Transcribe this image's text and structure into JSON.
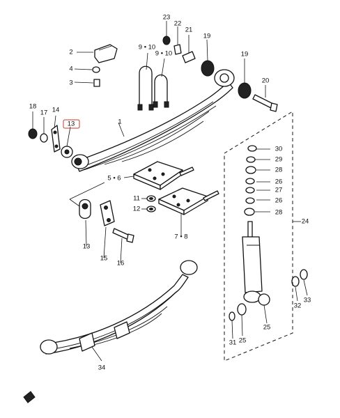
{
  "callouts": {
    "c1": "1",
    "c2": "2",
    "c3": "3",
    "c4": "4",
    "c5_6": "5 • 6",
    "c7_8": "7 • 8",
    "c9_10a": "9 • 10",
    "c9_10b": "9 • 10",
    "c11": "11",
    "c12": "12",
    "c13_top": "13",
    "c13_bottom": "13",
    "c14": "14",
    "c15": "15",
    "c16": "16",
    "c17": "17",
    "c18": "18",
    "c19_top": "19",
    "c19_mid": "19",
    "c20": "20",
    "c21": "21",
    "c22": "22",
    "c23": "23",
    "c24": "24",
    "c25_a": "25",
    "c25_b": "25",
    "c26_a": "26",
    "c26_b": "26",
    "c27": "27",
    "c28_a": "28",
    "c28_b": "28",
    "c29": "29",
    "c30": "30",
    "c31": "31",
    "c32": "32",
    "c33": "33",
    "c34": "34"
  },
  "highlight": {
    "color": "#c0392b",
    "callout": "13"
  }
}
